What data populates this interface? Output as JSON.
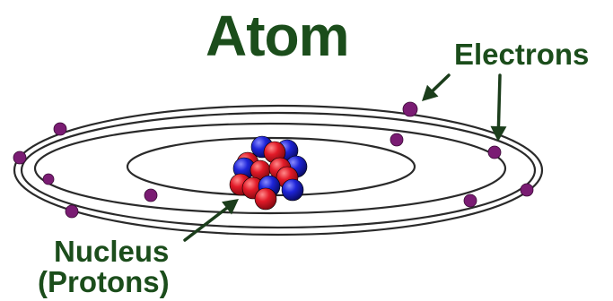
{
  "title": "Atom",
  "labels": {
    "electrons": "Electrons",
    "nucleus": "Nucleus",
    "protons": "(Protons)"
  },
  "colors": {
    "title": "#1b4d1b",
    "label": "#1b4d1b",
    "orbit": "#2a2a2a",
    "electron": "#7a1c73",
    "proton": "#e21a28",
    "neutron": "#1e24d8",
    "arrow": "#1b3d1b"
  },
  "icons": {
    "electron": "filled-purple-circle",
    "proton": "red-sphere",
    "neutron": "blue-sphere",
    "pointer": "arrow-icon"
  }
}
